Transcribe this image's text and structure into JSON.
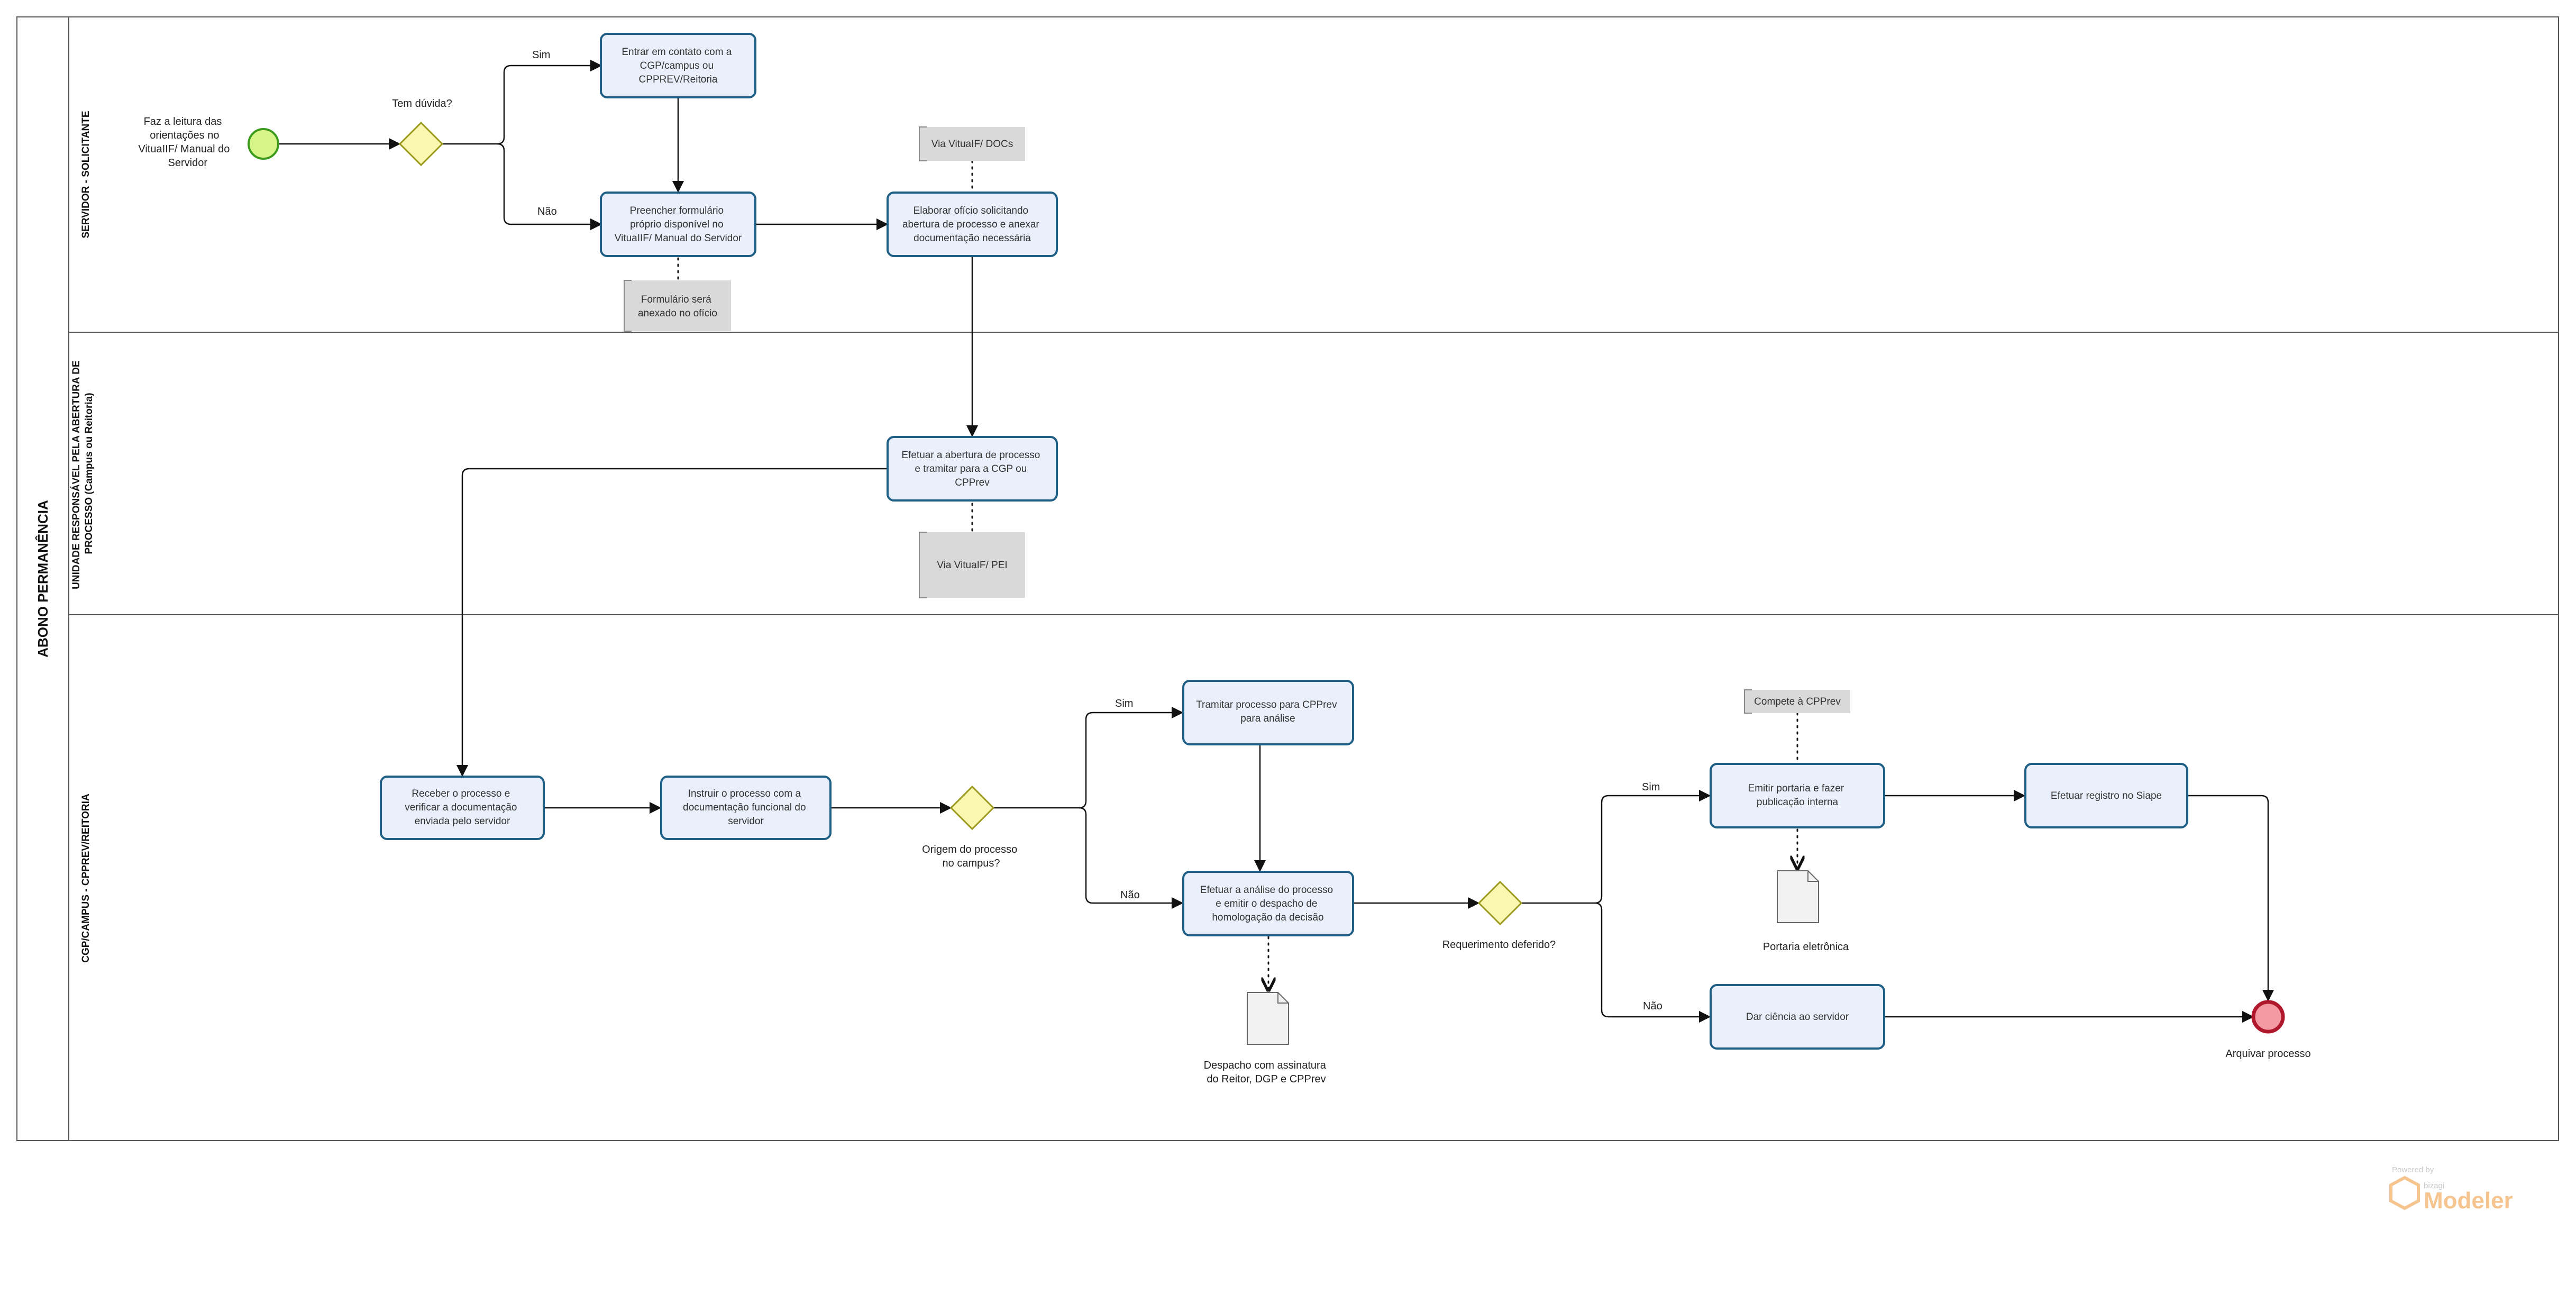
{
  "pool": {
    "title": "ABONO PERMANÊNCIA"
  },
  "lanes": [
    {
      "id": "lane-servidor",
      "title_lines": [
        "SERVIDOR - SOLICITANTE"
      ]
    },
    {
      "id": "lane-unidade",
      "title_lines": [
        "UNIDADE RESPONSÁVEL PELA ABERTURA DE",
        "PROCESSO (Campus ou Reitoria)"
      ]
    },
    {
      "id": "lane-cgp",
      "title_lines": [
        "CGP/CAMPUS - CPPREV/REITORIA"
      ]
    }
  ],
  "events": [
    {
      "id": "start",
      "kind": "start",
      "label_lines": [
        "Faz a leitura das",
        "orientações no",
        "VituaIIF/ Manual do",
        "Servidor"
      ]
    },
    {
      "id": "end",
      "kind": "end",
      "label_lines": [
        "Arquivar processo"
      ]
    }
  ],
  "gateways": [
    {
      "id": "gw-duvida",
      "label_lines": [
        "Tem dúvida?"
      ]
    },
    {
      "id": "gw-origem",
      "label_lines": [
        "Origem do processo",
        "no campus?"
      ]
    },
    {
      "id": "gw-deferido",
      "label_lines": [
        "Requerimento deferido?"
      ]
    }
  ],
  "tasks": [
    {
      "id": "t-contato",
      "lines": [
        "Entrar em contato com a",
        "CGP/campus ou",
        "CPPREV/Reitoria"
      ]
    },
    {
      "id": "t-formulario",
      "lines": [
        "Preencher formulário",
        "próprio disponível no",
        "VituaIIF/ Manual do Servidor"
      ]
    },
    {
      "id": "t-oficio",
      "lines": [
        "Elaborar ofício solicitando",
        "abertura de processo e anexar",
        "documentação necessária"
      ]
    },
    {
      "id": "t-abertura",
      "lines": [
        "Efetuar a abertura de processo",
        "e tramitar para a CGP ou",
        "CPPrev"
      ]
    },
    {
      "id": "t-receber",
      "lines": [
        "Receber o processo e",
        "verificar a documentação",
        "enviada pelo servidor"
      ]
    },
    {
      "id": "t-instruir",
      "lines": [
        "Instruir o processo com a",
        "documentação funcional do",
        "servidor"
      ]
    },
    {
      "id": "t-tramitar",
      "lines": [
        "Tramitar processo para CPPrev",
        "para análise"
      ]
    },
    {
      "id": "t-analise",
      "lines": [
        "Efetuar a análise do processo",
        "e emitir o despacho de",
        "homologação da decisão"
      ]
    },
    {
      "id": "t-portaria",
      "lines": [
        "Emitir portaria e fazer",
        "publicação interna"
      ]
    },
    {
      "id": "t-siape",
      "lines": [
        "Efetuar registro no Siape"
      ]
    },
    {
      "id": "t-ciencia",
      "lines": [
        "Dar ciência ao servidor"
      ]
    }
  ],
  "annotations": [
    {
      "id": "a-docs",
      "lines": [
        "Via VituaIF/ DOCs"
      ]
    },
    {
      "id": "a-formulario",
      "lines": [
        "Formulário será",
        "anexado no ofício"
      ]
    },
    {
      "id": "a-pei",
      "lines": [
        "Via VituaIF/ PEI"
      ]
    },
    {
      "id": "a-compete",
      "lines": [
        "Compete à CPPrev"
      ]
    }
  ],
  "documents": [
    {
      "id": "d-portaria",
      "label_lines": [
        "Portaria eletrônica"
      ]
    },
    {
      "id": "d-despacho",
      "label_lines": [
        "Despacho com assinatura",
        "do Reitor, DGP e CPPrev"
      ]
    }
  ],
  "flow_labels": [
    {
      "id": "l-sim-1",
      "text": "Sim"
    },
    {
      "id": "l-nao-1",
      "text": "Não"
    },
    {
      "id": "l-sim-2",
      "text": "Sim"
    },
    {
      "id": "l-nao-2",
      "text": "Não"
    },
    {
      "id": "l-sim-3",
      "text": "Sim"
    },
    {
      "id": "l-nao-3",
      "text": "Não"
    }
  ],
  "branding": {
    "small": "Powered by",
    "small2": "bizagi",
    "big": "Modeler"
  },
  "colors": {
    "task_fill": "#e9effb",
    "task_stroke": "#1f5f86",
    "gateway_fill": "#f9f7b0",
    "start_fill": "#d8f58a",
    "end_fill": "#f49aa3",
    "annotation_fill": "#d9d9d9"
  }
}
